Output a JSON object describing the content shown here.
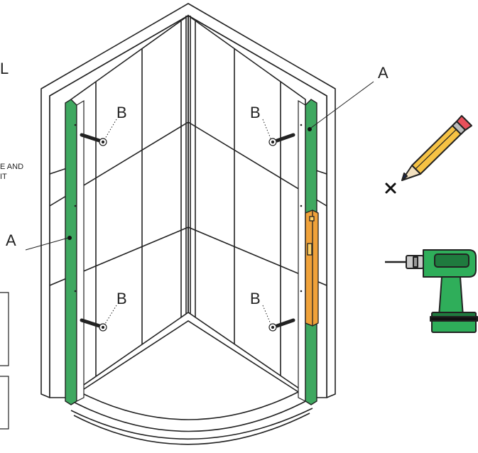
{
  "diagram": {
    "callouts": {
      "wall_profile_left": "A",
      "wall_profile_right": "A",
      "screw_top_left": "B",
      "screw_top_right": "B",
      "screw_bottom_left": "B",
      "screw_bottom_right": "B"
    },
    "cropped_text": {
      "top_left_fragment": "L",
      "note_line_1": "E AND",
      "note_line_2": "IT"
    },
    "colors": {
      "profile_green": "#3fa860",
      "level_orange": "#f0a23a",
      "pencil_body": "#f6c244",
      "pencil_eraser": "#e8505b",
      "drill_green": "#2fae5a",
      "drill_dark": "#1f7a3e",
      "outline": "#222222",
      "wall_fill": "#ffffff"
    },
    "tools": {
      "pencil": "pencil-icon",
      "mark": "cross-mark-icon",
      "drill": "drill-icon",
      "level": "spirit-level-icon"
    }
  }
}
